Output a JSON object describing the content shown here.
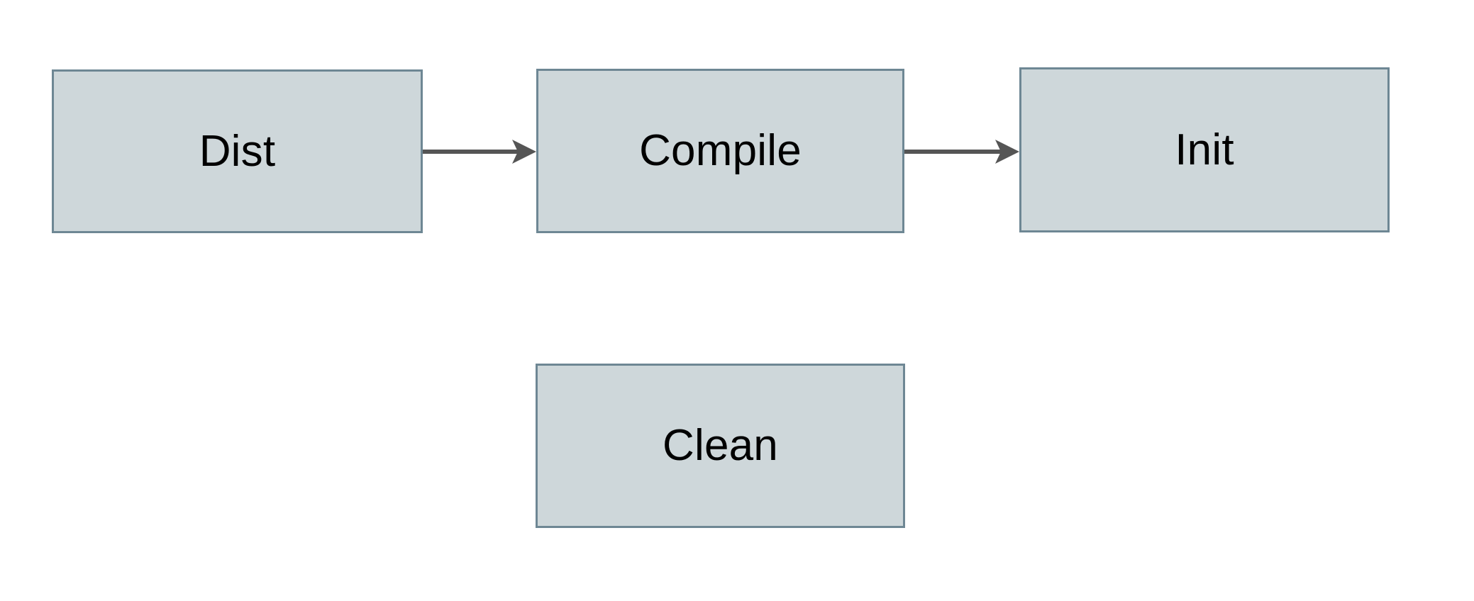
{
  "diagram": {
    "type": "flowchart",
    "background_color": "#ffffff",
    "node_fill_color": "#ced7da",
    "node_border_color": "#6e8794",
    "edge_color": "#555555",
    "label_color": "#000000",
    "nodes": [
      {
        "id": "dist",
        "label": "Dist"
      },
      {
        "id": "compile",
        "label": "Compile"
      },
      {
        "id": "init",
        "label": "Init"
      },
      {
        "id": "clean",
        "label": "Clean"
      }
    ],
    "edges": [
      {
        "id": "dist-compile",
        "from": "Dist",
        "to": "Compile",
        "arrow": "arrow-right-icon"
      },
      {
        "id": "compile-init",
        "from": "Compile",
        "to": "Init",
        "arrow": "arrow-right-icon"
      }
    ]
  }
}
